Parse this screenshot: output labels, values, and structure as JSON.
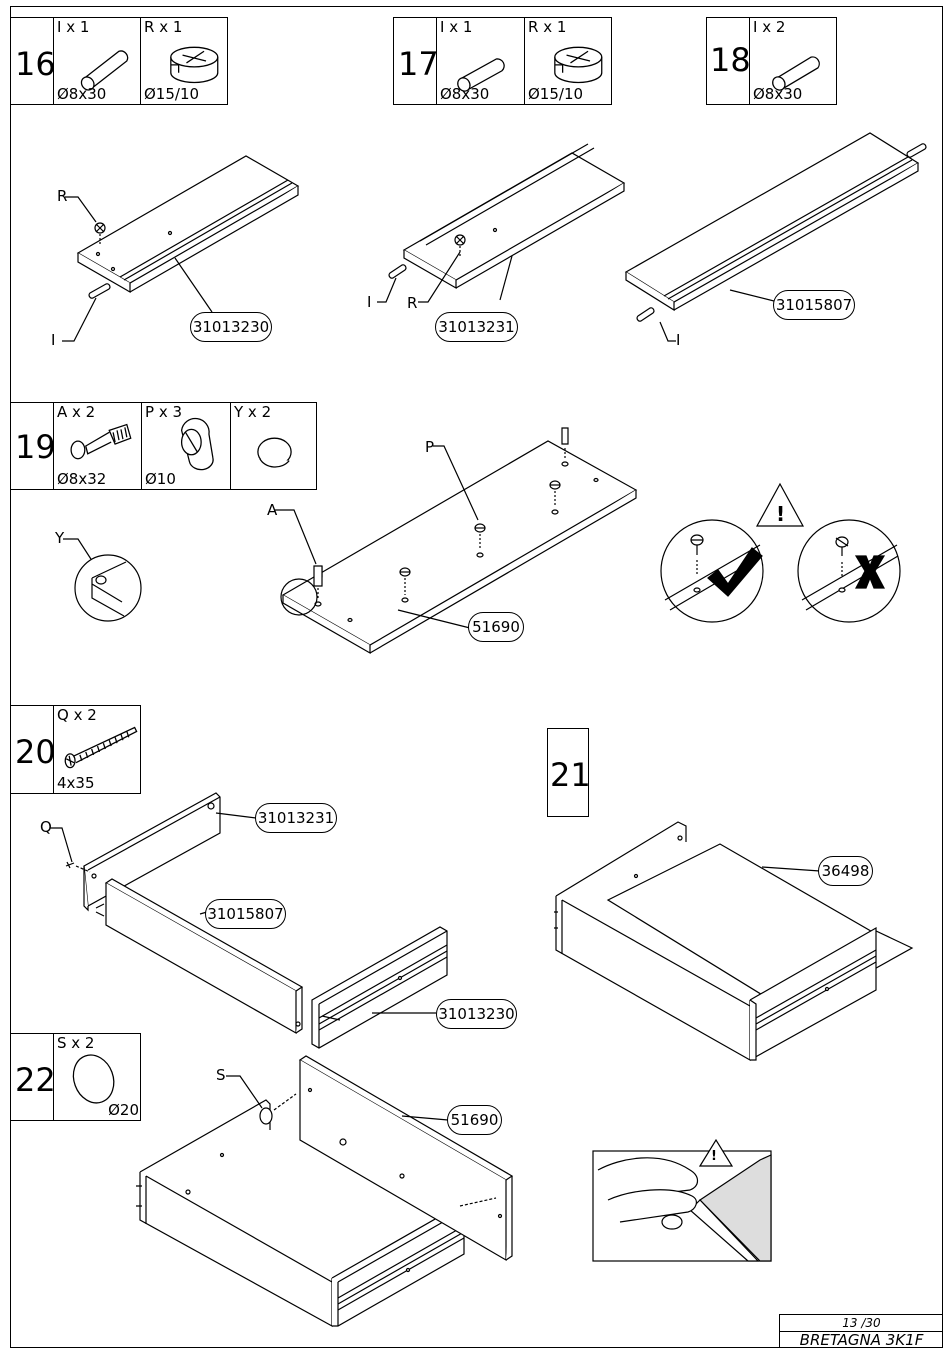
{
  "steps": {
    "s16": {
      "number": "16",
      "parts": [
        {
          "qty": "I x 1",
          "dim": "Ø8x30",
          "icon": "dowel-icon"
        },
        {
          "qty": "R x 1",
          "dim": "Ø15/10",
          "icon": "cam-lock-icon"
        }
      ]
    },
    "s17": {
      "number": "17",
      "parts": [
        {
          "qty": "I x 1",
          "dim": "Ø8x30",
          "icon": "dowel-icon"
        },
        {
          "qty": "R x 1",
          "dim": "Ø15/10",
          "icon": "cam-lock-icon"
        }
      ]
    },
    "s18": {
      "number": "18",
      "parts": [
        {
          "qty": "I x 2",
          "dim": "Ø8x30",
          "icon": "dowel-icon"
        }
      ]
    },
    "s19": {
      "number": "19",
      "parts": [
        {
          "qty": "A x 2",
          "dim": "Ø8x32",
          "icon": "cam-bolt-icon"
        },
        {
          "qty": "P x 3",
          "dim": "Ø10",
          "icon": "shelf-pin-icon"
        },
        {
          "qty": "Y x 2",
          "dim": "",
          "icon": "cover-cap-icon"
        }
      ]
    },
    "s20": {
      "number": "20",
      "parts": [
        {
          "qty": "Q x 2",
          "dim": "4x35",
          "icon": "screw-icon"
        }
      ]
    },
    "s21": {
      "number": "21"
    },
    "s22": {
      "number": "22",
      "parts": [
        {
          "qty": "S x 2",
          "dim": "Ø20",
          "icon": "cover-sticker-icon"
        }
      ]
    }
  },
  "part_codes": {
    "p31013230": "31013230",
    "p31013231": "31013231",
    "p31015807": "31015807",
    "p51690": "51690",
    "p36498": "36498"
  },
  "letters": {
    "R": "R",
    "I": "I",
    "A": "A",
    "P": "P",
    "Y": "Y",
    "Q": "Q",
    "S": "S"
  },
  "symbols": {
    "warning": "!",
    "correct": "check-icon",
    "wrong": "x-icon"
  },
  "footer": {
    "page": "13 /30",
    "model": "BRETAGNA 3K1F"
  }
}
